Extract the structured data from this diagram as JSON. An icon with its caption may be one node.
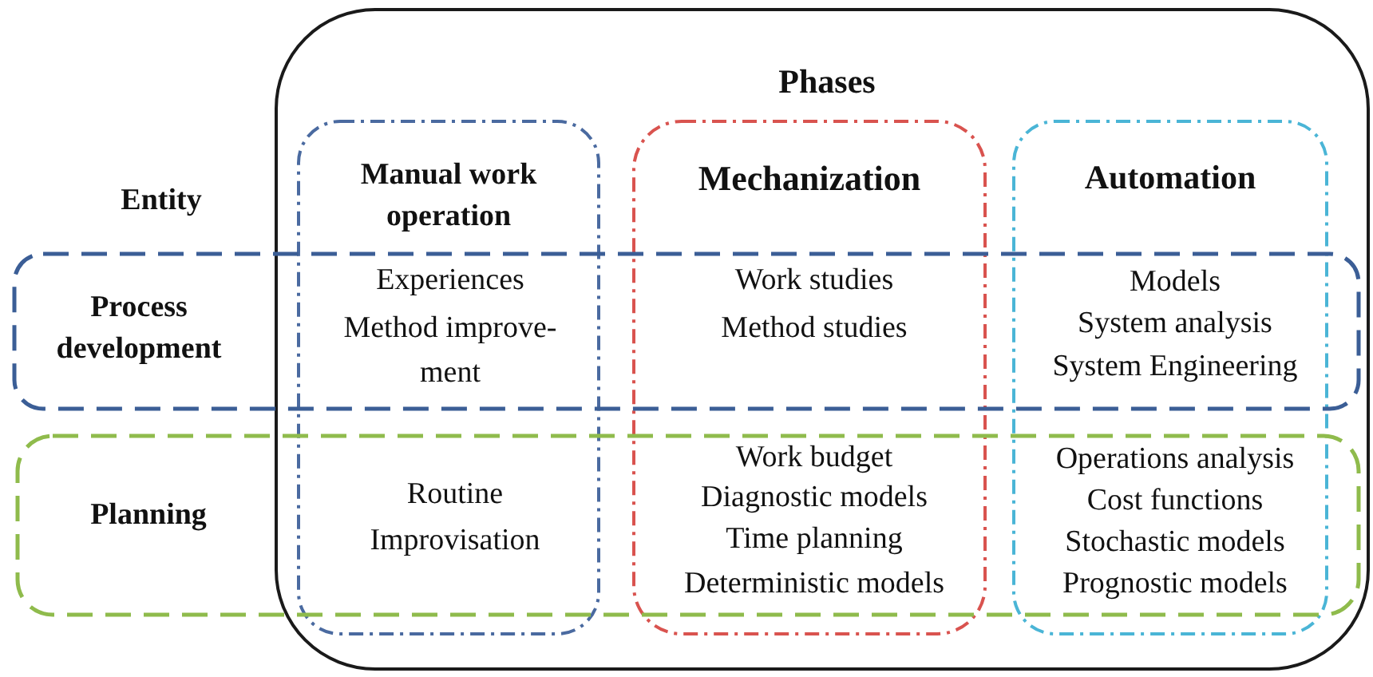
{
  "diagram": {
    "nodes": [
      {
        "text": [
          "Phases"
        ]
      },
      {
        "text": [
          "Manual work operation"
        ],
        "in": 0
      },
      {
        "text": [
          "Mechanization"
        ],
        "in": 0
      },
      {
        "text": [
          "Automation"
        ],
        "in": 0
      },
      {
        "text": [
          "Process development"
        ]
      },
      {
        "text": [
          "Planning"
        ]
      }
    ],
    "labels": [
      "Entity",
      "Experiences",
      "Method improve- ment",
      "Work studies",
      "Method studies",
      "Models",
      "System analysis",
      "System Engineering",
      "Routine",
      "Improvisation",
      "Work budget",
      "Diagnostic models",
      "Time planning",
      "Deterministic models",
      "Operations analysis",
      "Cost functions",
      "Stochastic models",
      "Prognostic models"
    ]
  }
}
